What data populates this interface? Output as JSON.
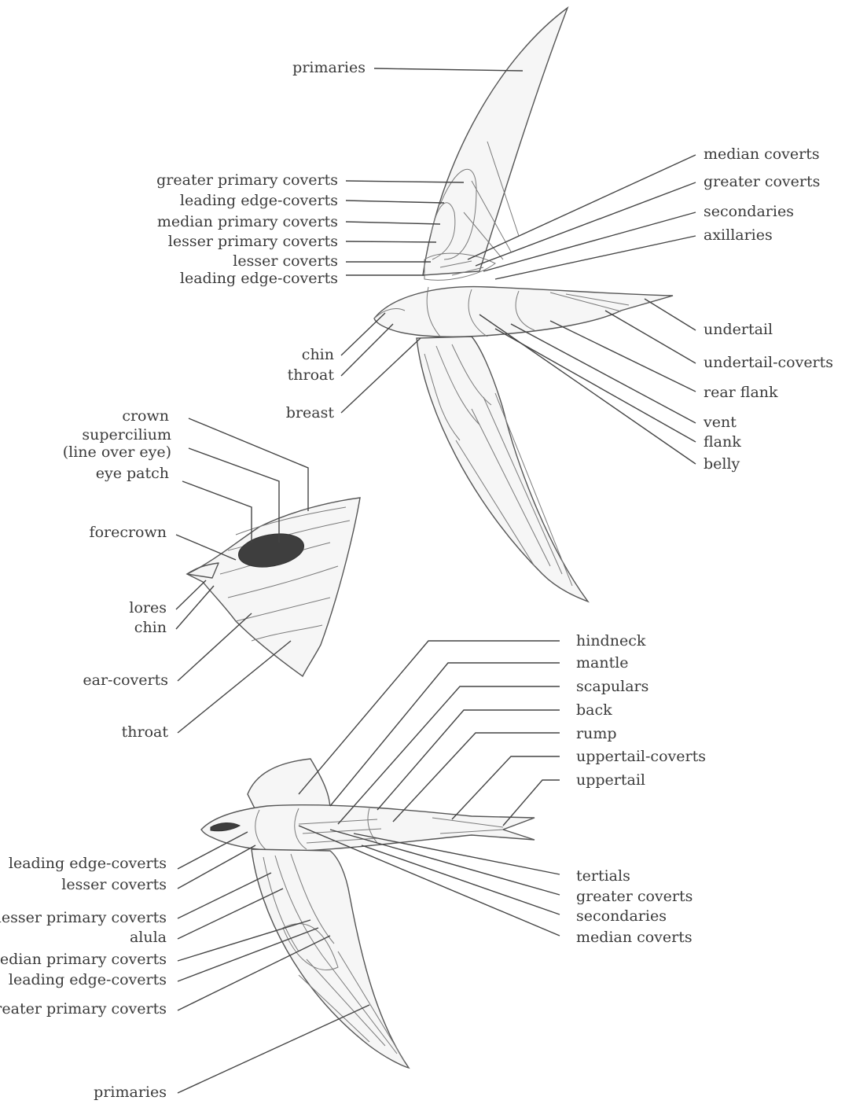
{
  "top_bird": {
    "primaries": "primaries",
    "greater_primary_coverts": "greater primary coverts",
    "leading_edge_coverts_1": "leading edge-coverts",
    "median_primary_coverts": "median primary coverts",
    "lesser_primary_coverts": "lesser primary coverts",
    "lesser_coverts": "lesser coverts",
    "leading_edge_coverts_2": "leading edge-coverts",
    "median_coverts": "median coverts",
    "greater_coverts": "greater coverts",
    "secondaries": "secondaries",
    "axillaries": "axillaries",
    "undertail": "undertail",
    "undertail_coverts": "undertail-coverts",
    "rear_flank": "rear flank",
    "vent": "vent",
    "flank": "flank",
    "belly": "belly",
    "chin": "chin",
    "throat": "throat",
    "breast": "breast"
  },
  "head": {
    "crown": "crown",
    "supercilium": "supercilium",
    "supercilium_note": "(line over eye)",
    "eye_patch": "eye patch",
    "forecrown": "forecrown",
    "lores": "lores",
    "chin": "chin",
    "ear_coverts": "ear-coverts",
    "throat": "throat"
  },
  "bottom_bird": {
    "hindneck": "hindneck",
    "mantle": "mantle",
    "scapulars": "scapulars",
    "back": "back",
    "rump": "rump",
    "uppertail_coverts": "uppertail-coverts",
    "uppertail": "uppertail",
    "tertials": "tertials",
    "greater_coverts": "greater coverts",
    "secondaries": "secondaries",
    "median_coverts": "median coverts",
    "leading_edge_coverts_1": "leading edge-coverts",
    "lesser_coverts": "lesser coverts",
    "lesser_primary_coverts": "lesser primary coverts",
    "alula": "alula",
    "median_primary_coverts": "median primary coverts",
    "leading_edge_coverts_2": "leading edge-coverts",
    "greater_primary_coverts": "greater primary coverts",
    "primaries": "primaries"
  }
}
